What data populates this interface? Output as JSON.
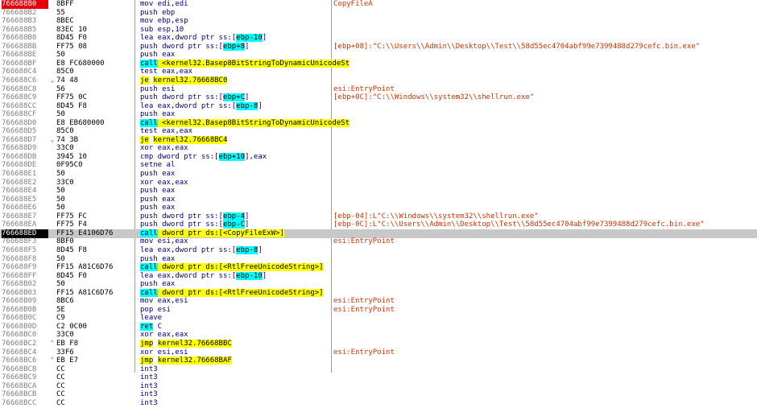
{
  "rows": [
    {
      "addr": "766688B0",
      "arrow": "",
      "bytes": "8BFF",
      "instr": "mov edi,edi",
      "comment": "CopyFileA",
      "style": "bp"
    },
    {
      "addr": "766688B2",
      "arrow": "",
      "bytes": "55",
      "instr": "push ebp",
      "comment": ""
    },
    {
      "addr": "766688B3",
      "arrow": "",
      "bytes": "8BEC",
      "instr": "mov ebp,esp",
      "comment": ""
    },
    {
      "addr": "766688B5",
      "arrow": "",
      "bytes": "83EC 10",
      "instr": "sub esp,10",
      "comment": ""
    },
    {
      "addr": "766688B8",
      "arrow": "",
      "bytes": "8D45 F0",
      "instr": "lea eax,dword ptr ss:[ebp-10]",
      "comment": ""
    },
    {
      "addr": "766688BB",
      "arrow": "",
      "bytes": "FF75 08",
      "instr": "push dword ptr ss:[ebp+8]",
      "comment": "[ebp+08]:\"C:\\\\Users\\\\Admin\\\\Desktop\\\\Test\\\\58d55ec4704abf99e7399488d279cefc.bin.exe\""
    },
    {
      "addr": "766688BE",
      "arrow": "",
      "bytes": "50",
      "instr": "push eax",
      "comment": ""
    },
    {
      "addr": "766688BF",
      "arrow": "",
      "bytes": "E8 FC680000",
      "instr": "call <kernel32.Basep8BitStringToDynamicUnicodeSt",
      "comment": "",
      "kind": "call"
    },
    {
      "addr": "766688C4",
      "arrow": "",
      "bytes": "85C0",
      "instr": "test eax,eax",
      "comment": ""
    },
    {
      "addr": "766688C6",
      "arrow": "v",
      "bytes": "74 48",
      "instr": "je kernel32.76668BC0",
      "comment": "",
      "kind": "je"
    },
    {
      "addr": "766688C8",
      "arrow": "",
      "bytes": "56",
      "instr": "push esi",
      "comment": "esi:EntryPoint"
    },
    {
      "addr": "766688C9",
      "arrow": "",
      "bytes": "FF75 0C",
      "instr": "push dword ptr ss:[ebp+C]",
      "comment": "[ebp+0C]:\"C:\\\\Windows\\\\system32\\\\shellrun.exe\""
    },
    {
      "addr": "766688CC",
      "arrow": "",
      "bytes": "8D45 F8",
      "instr": "lea eax,dword ptr ss:[ebp-8]",
      "comment": ""
    },
    {
      "addr": "766688CF",
      "arrow": "",
      "bytes": "50",
      "instr": "push eax",
      "comment": ""
    },
    {
      "addr": "766688D0",
      "arrow": "",
      "bytes": "E8 EB680000",
      "instr": "call <kernel32.Basep8BitStringToDynamicUnicodeSt",
      "comment": "",
      "kind": "call"
    },
    {
      "addr": "766688D5",
      "arrow": "",
      "bytes": "85C0",
      "instr": "test eax,eax",
      "comment": ""
    },
    {
      "addr": "766688D7",
      "arrow": "v",
      "bytes": "74 3B",
      "instr": "je kernel32.76668BC4",
      "comment": "",
      "kind": "je"
    },
    {
      "addr": "766688D9",
      "arrow": "",
      "bytes": "33C0",
      "instr": "xor eax,eax",
      "comment": ""
    },
    {
      "addr": "766688DB",
      "arrow": "",
      "bytes": "3945 10",
      "instr": "cmp dword ptr ss:[ebp+10],eax",
      "comment": ""
    },
    {
      "addr": "766688DE",
      "arrow": "",
      "bytes": "0F95C0",
      "instr": "setne al",
      "comment": ""
    },
    {
      "addr": "766688E1",
      "arrow": "",
      "bytes": "50",
      "instr": "push eax",
      "comment": ""
    },
    {
      "addr": "766688E2",
      "arrow": "",
      "bytes": "33C0",
      "instr": "xor eax,eax",
      "comment": ""
    },
    {
      "addr": "766688E4",
      "arrow": "",
      "bytes": "50",
      "instr": "push eax",
      "comment": ""
    },
    {
      "addr": "766688E5",
      "arrow": "",
      "bytes": "50",
      "instr": "push eax",
      "comment": ""
    },
    {
      "addr": "766688E6",
      "arrow": "",
      "bytes": "50",
      "instr": "push eax",
      "comment": ""
    },
    {
      "addr": "766688E7",
      "arrow": "",
      "bytes": "FF75 FC",
      "instr": "push dword ptr ss:[ebp-4]",
      "comment": "[ebp-04]:L\"C:\\\\Windows\\\\system32\\\\shellrun.exe\""
    },
    {
      "addr": "766688EA",
      "arrow": "",
      "bytes": "FF75 F4",
      "instr": "push dword ptr ss:[ebp-C]",
      "comment": "[ebp-0C]:L\"C:\\\\Users\\\\Admin\\\\Desktop\\\\Test\\\\58d55ec4704abf99e7399488d279cefc.bin.exe\""
    },
    {
      "addr": "766688ED",
      "arrow": "",
      "bytes": "FF15 E4106D76",
      "instr": "call dword ptr ds:[<CopyFileExW>]",
      "comment": "",
      "kind": "call",
      "style": "eip",
      "selected": true
    },
    {
      "addr": "766688F3",
      "arrow": "",
      "bytes": "8BF0",
      "instr": "mov esi,eax",
      "comment": "esi:EntryPoint"
    },
    {
      "addr": "766688F5",
      "arrow": "",
      "bytes": "8D45 F8",
      "instr": "lea eax,dword ptr ss:[ebp-8]",
      "comment": ""
    },
    {
      "addr": "766688F8",
      "arrow": "",
      "bytes": "50",
      "instr": "push eax",
      "comment": ""
    },
    {
      "addr": "766688F9",
      "arrow": "",
      "bytes": "FF15 A81C6D76",
      "instr": "call dword ptr ds:[<RtlFreeUnicodeString>]",
      "comment": "",
      "kind": "call"
    },
    {
      "addr": "766688FF",
      "arrow": "",
      "bytes": "8D45 F0",
      "instr": "lea eax,dword ptr ss:[ebp-10]",
      "comment": ""
    },
    {
      "addr": "76668B02",
      "arrow": "",
      "bytes": "50",
      "instr": "push eax",
      "comment": ""
    },
    {
      "addr": "76668B03",
      "arrow": "",
      "bytes": "FF15 A81C6D76",
      "instr": "call dword ptr ds:[<RtlFreeUnicodeString>]",
      "comment": "",
      "kind": "call"
    },
    {
      "addr": "76668B09",
      "arrow": "",
      "bytes": "8BC6",
      "instr": "mov eax,esi",
      "comment": "esi:EntryPoint"
    },
    {
      "addr": "76668B0B",
      "arrow": "",
      "bytes": "5E",
      "instr": "pop esi",
      "comment": "esi:EntryPoint"
    },
    {
      "addr": "76668B0C",
      "arrow": "",
      "bytes": "C9",
      "instr": "leave",
      "comment": ""
    },
    {
      "addr": "76668B0D",
      "arrow": "",
      "bytes": "C2 0C00",
      "instr": "ret C",
      "comment": "",
      "kind": "ret"
    },
    {
      "addr": "76668BC0",
      "arrow": "",
      "bytes": "33C0",
      "instr": "xor eax,eax",
      "comment": ""
    },
    {
      "addr": "76668BC2",
      "arrow": "^",
      "bytes": "EB F8",
      "instr": "jmp kernel32.76668BBC",
      "comment": "",
      "kind": "jmp"
    },
    {
      "addr": "76668BC4",
      "arrow": "",
      "bytes": "33F6",
      "instr": "xor esi,esi",
      "comment": "esi:EntryPoint"
    },
    {
      "addr": "76668BC6",
      "arrow": "^",
      "bytes": "EB E7",
      "instr": "jmp kernel32.76668BAF",
      "comment": "",
      "kind": "jmp"
    },
    {
      "addr": "76668BC8",
      "arrow": "",
      "bytes": "CC",
      "instr": "int3",
      "comment": ""
    },
    {
      "addr": "76668BC9",
      "arrow": "",
      "bytes": "CC",
      "instr": "int3",
      "comment": ""
    },
    {
      "addr": "76668BCA",
      "arrow": "",
      "bytes": "CC",
      "instr": "int3",
      "comment": ""
    },
    {
      "addr": "76668BCB",
      "arrow": "",
      "bytes": "CC",
      "instr": "int3",
      "comment": ""
    },
    {
      "addr": "76668BCC",
      "arrow": "",
      "bytes": "CC",
      "instr": "int3",
      "comment": ""
    }
  ]
}
